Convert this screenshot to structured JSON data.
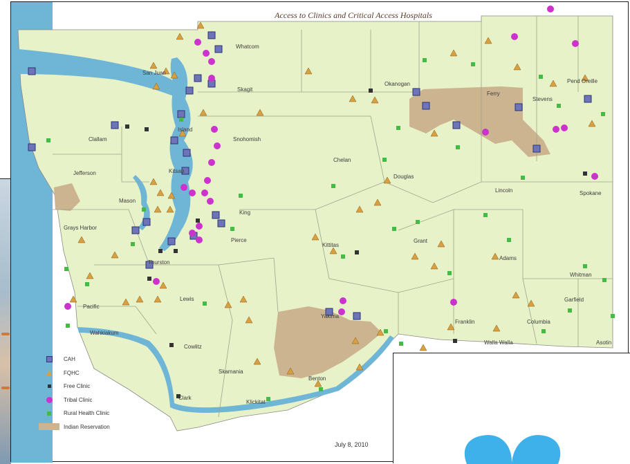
{
  "map": {
    "title": "Access to Clinics and Critical Access Hospitals",
    "date": "July 8, 2010",
    "colors": {
      "land": "#e8f2c8",
      "water": "#6fb5d6",
      "reservation": "#cbb48f",
      "county_border": "#9aa58a",
      "cah": "#6d74b8",
      "fqhc": "#d8a040",
      "free": "#333333",
      "tribal": "#cc33cc",
      "rural": "#44bb44"
    },
    "counties": [
      "Whatcom",
      "Skagit",
      "San Juan",
      "Clallam",
      "Jefferson",
      "Snohomish",
      "Island",
      "Mason",
      "Kitsap",
      "King",
      "Grays Harbor",
      "Pierce",
      "Thurston",
      "Pacific",
      "Lewis",
      "Wahkiakum",
      "Cowlitz",
      "Skamania",
      "Clark",
      "Okanogan",
      "Ferry",
      "Stevens",
      "Pend Oreille",
      "Chelan",
      "Douglas",
      "Lincoln",
      "Spokane",
      "Kittitas",
      "Grant",
      "Adams",
      "Whitman",
      "Yakima",
      "Franklin",
      "Walla Walla",
      "Columbia",
      "Garfield",
      "Asotin",
      "Klickitat",
      "Benton"
    ],
    "legend": [
      {
        "key": "cah",
        "label": "CAH"
      },
      {
        "key": "fqhc",
        "label": "FQHC"
      },
      {
        "key": "free",
        "label": "Free Clinic"
      },
      {
        "key": "tribal",
        "label": "Tribal Clinic"
      },
      {
        "key": "rural",
        "label": "Rural Health Clinic"
      },
      {
        "key": "res",
        "label": "Indian Reservation"
      }
    ]
  }
}
